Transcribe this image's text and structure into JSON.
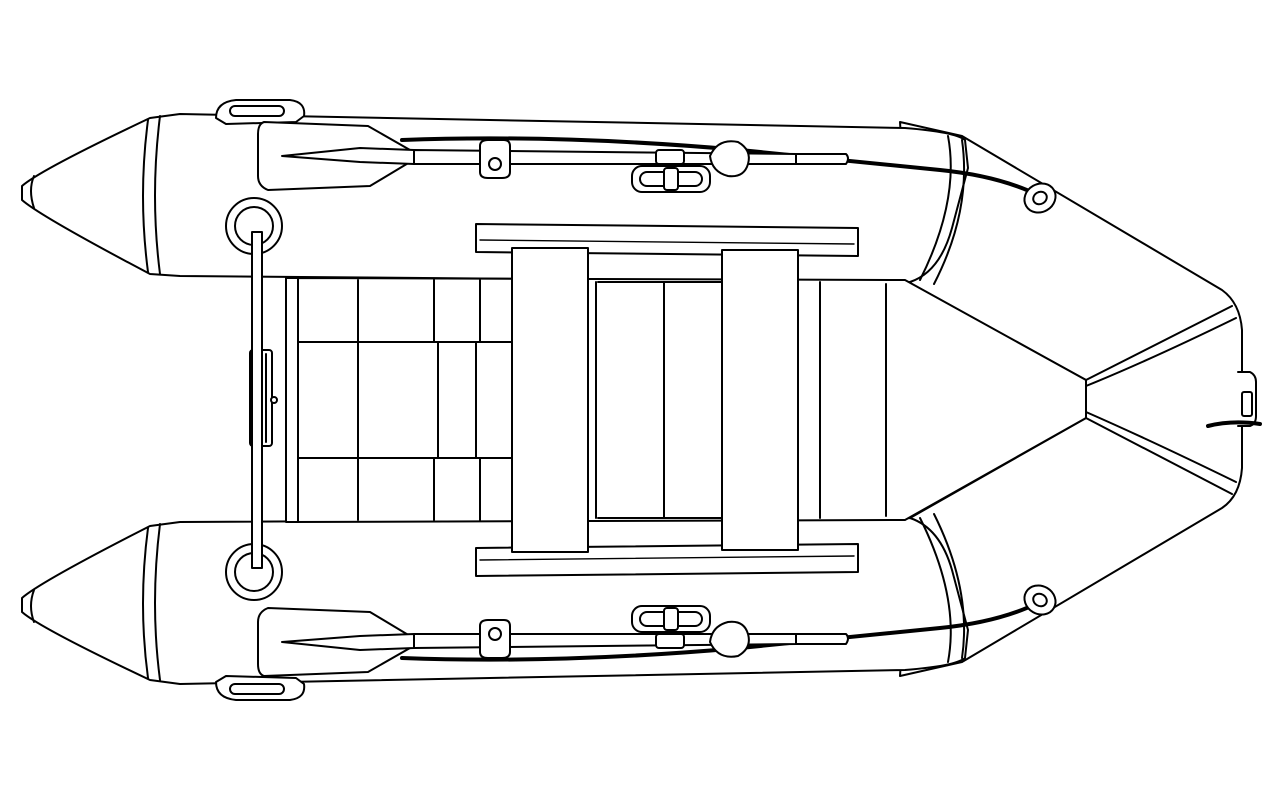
{
  "illustration": {
    "subject": "inflatable-boat",
    "view": "top",
    "style": "line-art",
    "stroke_color": "#000000",
    "fill_color": "#ffffff",
    "background": "#ffffff"
  }
}
